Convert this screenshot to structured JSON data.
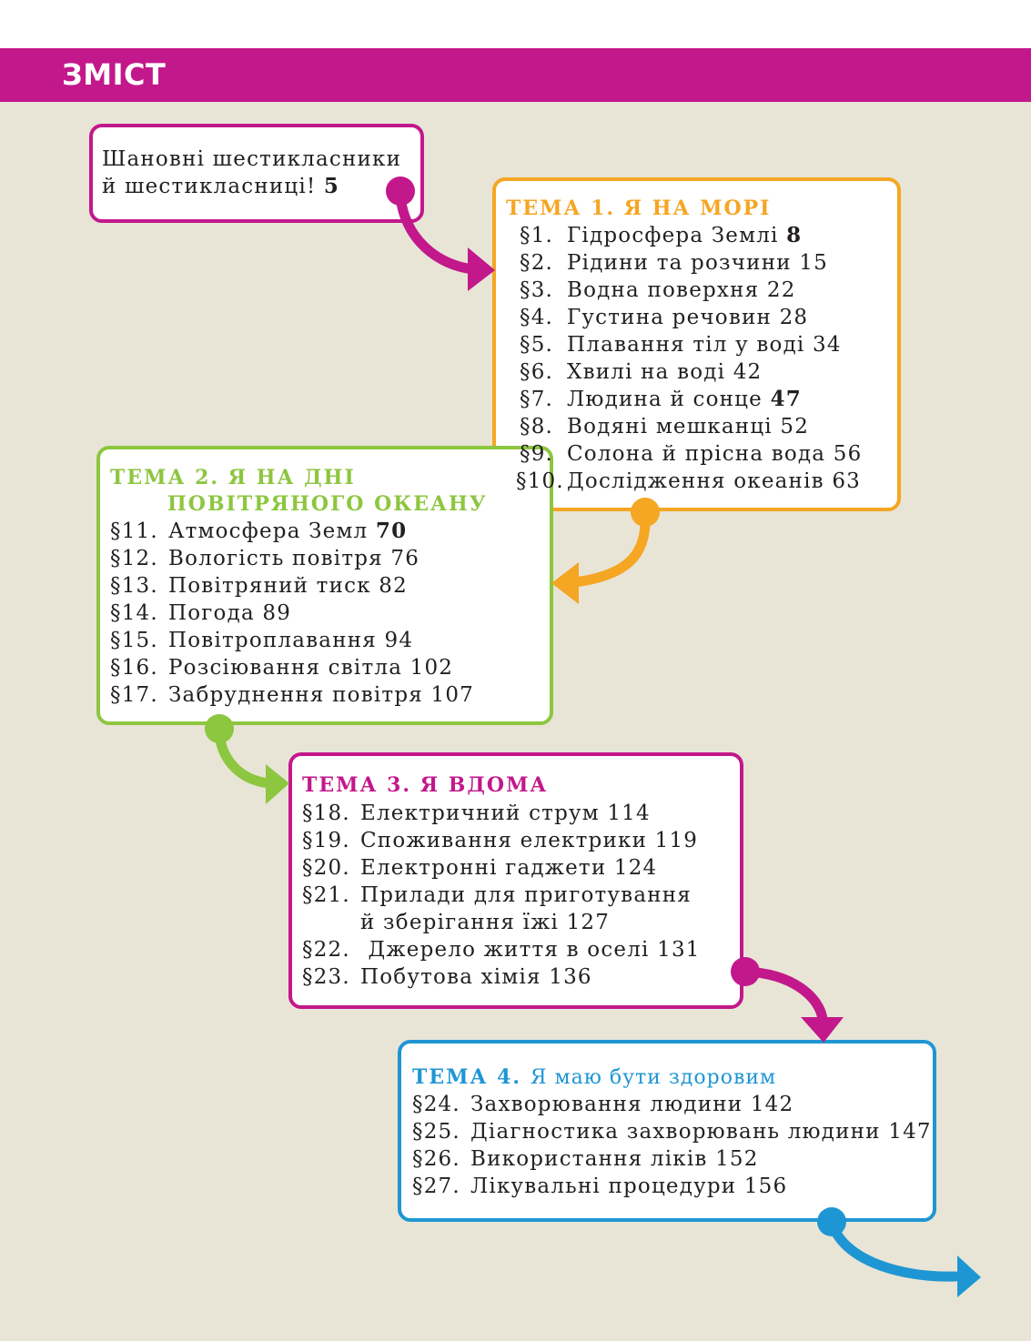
{
  "header": {
    "title": "ЗМІСТ"
  },
  "colors": {
    "magenta": "#c2188b",
    "orange": "#f5a623",
    "green": "#8dc63f",
    "blue": "#1e96d3",
    "background": "#e8e5d7"
  },
  "intro": {
    "line1": "Шановні шестикласники",
    "line2": "й шестикласниці!",
    "page": "5"
  },
  "topic1": {
    "title": "ТЕМА 1. Я НА МОРІ",
    "items": [
      {
        "num": "§1.",
        "text": "Гідросфера Землі",
        "page": "8"
      },
      {
        "num": "§2.",
        "text": "Рідини та розчини",
        "page": "15"
      },
      {
        "num": "§3.",
        "text": "Водна поверхня",
        "page": "22"
      },
      {
        "num": "§4.",
        "text": "Густина речовин",
        "page": "28"
      },
      {
        "num": "§5.",
        "text": "Плавання тіл у воді",
        "page": "34"
      },
      {
        "num": "§6.",
        "text": "Хвилі на воді",
        "page": "42"
      },
      {
        "num": "§7.",
        "text": "Людина й сонце",
        "page": "47"
      },
      {
        "num": "§8.",
        "text": "Водяні мешканці",
        "page": "52"
      },
      {
        "num": "§9.",
        "text": "Солона й прісна вода",
        "page": "56"
      },
      {
        "num": "§10.",
        "text": "Дослідження океанів",
        "page": "63"
      }
    ]
  },
  "topic2": {
    "title_line1": "ТЕМА 2. Я НА ДНІ",
    "title_line2": "ПОВІТРЯНОГО ОКЕАНУ",
    "items": [
      {
        "num": "§11.",
        "text": "Атмосфера Земл",
        "page": "70"
      },
      {
        "num": "§12.",
        "text": "Вологість повітря",
        "page": "76"
      },
      {
        "num": "§13.",
        "text": "Повітряний тиск",
        "page": "82"
      },
      {
        "num": "§14.",
        "text": "Погода",
        "page": "89"
      },
      {
        "num": "§15.",
        "text": "Повітроплавання",
        "page": "94"
      },
      {
        "num": "§16.",
        "text": "Розсіювання світла",
        "page": "102"
      },
      {
        "num": "§17.",
        "text": "Забруднення повітря",
        "page": "107"
      }
    ]
  },
  "topic3": {
    "title": "ТЕМА 3. Я ВДОМА",
    "items": [
      {
        "num": "§18.",
        "text": "Електричний струм",
        "page": "114"
      },
      {
        "num": "§19.",
        "text": "Споживання електрики",
        "page": "119"
      },
      {
        "num": "§20.",
        "text": "Електронні гаджети",
        "page": "124"
      },
      {
        "num": "§21.",
        "text": "Прилади для приготування",
        "page": ""
      },
      {
        "num": "",
        "text": "й зберігання їжі",
        "page": "127"
      },
      {
        "num": "§22.",
        "text": "Джерело життя в оселі",
        "page": "131"
      },
      {
        "num": "§23.",
        "text": "Побутова хімія",
        "page": "136"
      }
    ]
  },
  "topic4": {
    "title_prefix": "ТЕМА 4.",
    "title_rest": "Я маю бути здоровим",
    "items": [
      {
        "num": "§24.",
        "text": "Захворювання людини",
        "page": "142"
      },
      {
        "num": "§25.",
        "text": "Діагностика захворювань людини",
        "page": "147"
      },
      {
        "num": "§26.",
        "text": "Використання ліків",
        "page": "152"
      },
      {
        "num": "§27.",
        "text": "Лікувальні процедури",
        "page": "156"
      }
    ]
  }
}
